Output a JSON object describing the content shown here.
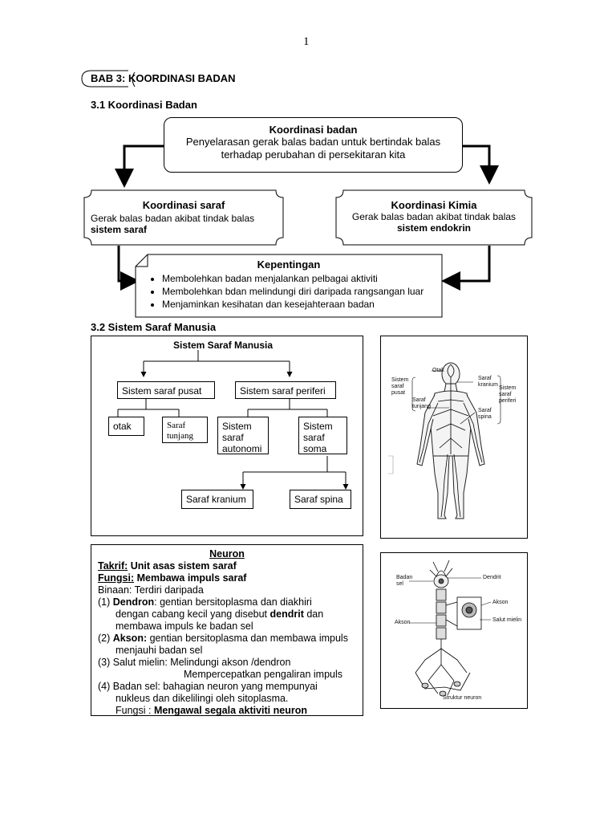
{
  "page_number": "1",
  "chapter_title": "BAB 3: KOORDINASI BADAN",
  "section1": {
    "heading": "3.1 Koordinasi Badan",
    "top_box": {
      "title": "Koordinasi badan",
      "line1": "Penyelarasan gerak balas badan untuk bertindak balas",
      "line2": "terhadap perubahan di persekitaran kita"
    },
    "left_box": {
      "title": "Koordinasi saraf",
      "line1": "Gerak balas badan akibat tindak balas",
      "line2": "sistem saraf"
    },
    "right_box": {
      "title": "Koordinasi Kimia",
      "line1": "Gerak balas badan akibat tindak balas",
      "line2": "sistem endokrin"
    },
    "kepentingan": {
      "title": "Kepentingan",
      "items": [
        "Membolehkan badan menjalankan pelbagai aktiviti",
        "Membolehkan bdan melindungi diri daripada rangsangan luar",
        "Menjaminkan kesihatan dan kesejahteraan badan"
      ]
    }
  },
  "section2": {
    "heading": "3.2  Sistem Saraf Manusia",
    "tree": {
      "root": "Sistem Saraf Manusia",
      "pusat": "Sistem  saraf  pusat",
      "periferi": "Sistem  saraf periferi",
      "otak": "otak",
      "tunjang_1": "Saraf",
      "tunjang_2": "tunjang",
      "autonomi_1": "Sistem",
      "autonomi_2": "saraf",
      "autonomi_3": "autonomi",
      "soma_1": "Sistem",
      "soma_2": "saraf",
      "soma_3": "soma",
      "kranium": "Saraf kranium",
      "spina": "Saraf spina"
    },
    "body_diagram": {
      "otak": "Otak",
      "sistem_saraf_pusat": [
        "Sistem",
        "saraf",
        "pusat"
      ],
      "saraf_tunjang": [
        "Saraf",
        "tunjang"
      ],
      "saraf_kranium": [
        "Saraf",
        "kranium"
      ],
      "saraf_spina": [
        "Saraf",
        "spina"
      ],
      "sistem_saraf_periferi": [
        "Sistem",
        "saraf",
        "periferi"
      ]
    }
  },
  "neuron": {
    "title": "Neuron",
    "takrif_label": "Takrif:",
    "takrif_value": " Unit asas sistem saraf",
    "fungsi_label": "Fungsi:",
    "fungsi_value": "  Membawa impuls saraf",
    "binaan": "Binaan: Terdiri daripada",
    "p1_num": "(1)  ",
    "p1_term": "Dendron",
    "p1_text": ": gentian bersitoplasma  dan diakhiri",
    "p1_line2a": "dengan cabang kecil yang  disebut ",
    "p1_line2b": "dendrit",
    "p1_line2c": "  dan",
    "p1_line3": "membawa impuls ke badan sel",
    "p2_num": "(2)  ",
    "p2_term": "Akson:",
    "p2_text": " gentian bersitoplasma dan membawa impuls",
    "p2_line2": "menjauhi badan sel",
    "p3_line1": "(3)  Salut mielin:  Melindungi akson /dendron",
    "p3_line2": "Mempercepatkan pengaliran impuls",
    "p4_line1": "(4)  Badan sel:  bahagian neuron yang mempunyai",
    "p4_line2": "nukleus dan dikelilingi oleh sitoplasma.",
    "p4_fungsi": "Fungsi : ",
    "p4_fungsi_value": "Mengawal segala aktiviti neuron"
  },
  "neuron_diagram": {
    "badan_sel": [
      "Badan",
      "sel"
    ],
    "dendrit": "Dendrit",
    "akson_right": "Akson",
    "salut_mielin": "Salut mielin",
    "akson_left": "Akson",
    "caption": "Struktur neuron"
  }
}
